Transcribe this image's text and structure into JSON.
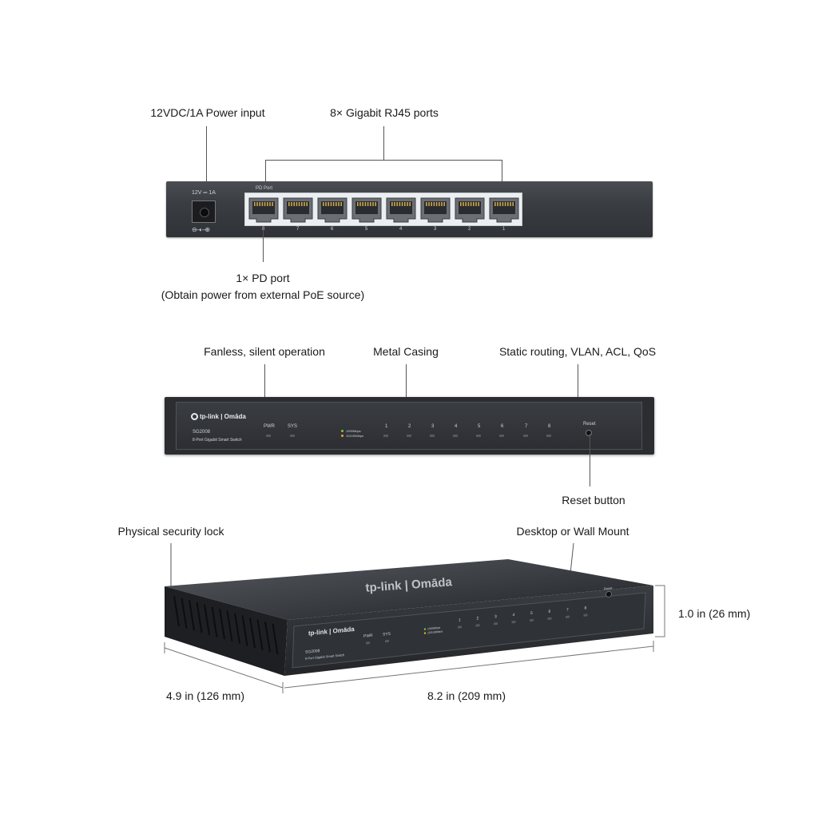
{
  "rear": {
    "power_label": "12VDC/1A Power input",
    "ports_label": "8× Gigabit RJ45 ports",
    "pd_label_line1": "1× PD port",
    "pd_label_line2": "(Obtain power from external PoE source)",
    "power_rating": "12V ═ 1A",
    "pd_port_tag": "PD Port",
    "port_numbers": [
      "8",
      "7",
      "6",
      "5",
      "4",
      "3",
      "2",
      "1"
    ]
  },
  "front": {
    "fanless_label": "Fanless, silent operation",
    "metal_label": "Metal Casing",
    "routing_label": "Static routing, VLAN, ACL, QoS",
    "reset_label": "Reset button",
    "brand": "tp-link | Omāda",
    "model": "SG2008",
    "model_desc": "8-Port Gigabit Smart Switch",
    "led_pwr": "PWR",
    "led_sys": "SYS",
    "speed_1000": "1000Mbps",
    "speed_10_100": "10/100Mbps",
    "port_numbers": [
      "1",
      "2",
      "3",
      "4",
      "5",
      "6",
      "7",
      "8"
    ],
    "reset": "Reset"
  },
  "iso": {
    "lock_label": "Physical security lock",
    "mount_label": "Desktop or Wall Mount",
    "height_label": "1.0 in (26 mm)",
    "depth_label": "4.9 in (126 mm)",
    "width_label": "8.2 in (209 mm)",
    "brand_top": "tp-link | Omāda",
    "brand": "tp-link | Omāda",
    "model": "SG2008",
    "model_desc": "8-Port Gigabit Smart Switch",
    "led_pwr": "PWR",
    "led_sys": "SYS",
    "speed_1000": "1000Mbps",
    "speed_10_100": "10/100Mbps",
    "port_numbers": [
      "1",
      "2",
      "3",
      "4",
      "5",
      "6",
      "7",
      "8"
    ],
    "reset": "Reset"
  },
  "colors": {
    "chassis": "#3c3f44",
    "chassis_dark": "#25272b",
    "panel": "#2e3034",
    "port_bg": "#e9ecee",
    "led_green": "#7ac943",
    "led_amber": "#f5a623"
  }
}
